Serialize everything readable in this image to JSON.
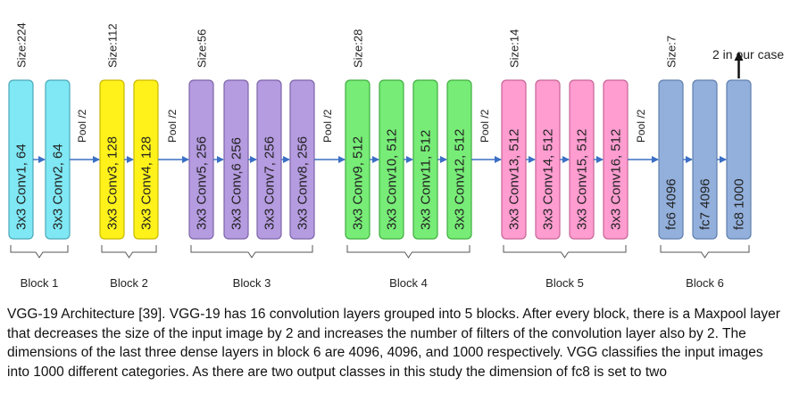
{
  "note": "2 in our case",
  "blocks": [
    {
      "label": "Block 1",
      "size": "Size:224",
      "color": "#7fe8f4",
      "border": "#4aa8b8",
      "layers": [
        "3x3 Conv1,  64",
        "3x3 Conv2,  64"
      ],
      "pool": "Pool /2"
    },
    {
      "label": "Block 2",
      "size": "Size:112",
      "color": "#fff21a",
      "border": "#c9b800",
      "layers": [
        "3x3 Conv3,  128",
        "3x3 Conv4,  128"
      ],
      "pool": "Pool /2"
    },
    {
      "label": "Block 3",
      "size": "Size:56",
      "color": "#b59be0",
      "border": "#7d64a8",
      "layers": [
        "3x3 Conv5,  256",
        "3x3 Conv,6  256",
        "3x3 Conv7,  256",
        "3x3 Conv8,  256"
      ],
      "pool": "Pool /2"
    },
    {
      "label": "Block 4",
      "size": "Size:28",
      "color": "#77ec77",
      "border": "#3fae3f",
      "layers": [
        "3x3 Conv9,  512",
        "3x3 Conv10,  512",
        "3x3 Conv11,  512",
        "3x3 Conv12,  512"
      ],
      "pool": "Pool /2"
    },
    {
      "label": "Block 5",
      "size": "Size:14",
      "color": "#ff9cd0",
      "border": "#c66596",
      "layers": [
        "3x3 Conv13,  512",
        "3x3 Conv14,  512",
        "3x3 Conv15,  512",
        "3x3 Conv16,  512"
      ],
      "pool": "Pool /2"
    },
    {
      "label": "Block 6",
      "size": "Size:7",
      "color": "#93b0dc",
      "border": "#5f7fae",
      "layers": [
        "fc6 4096",
        "fc7 4096",
        "fc8 1000"
      ],
      "pool": ""
    }
  ],
  "caption": "VGG-19 Architecture [39]. VGG-19 has 16 convolution layers grouped into 5 blocks. After every block, there is a Maxpool layer that decreases the size of the input image by 2 and increases the number of filters of the convolution layer also by 2. The dimensions of the last three dense layers in block 6 are 4096, 4096, and 1000 respectively. VGG classifies the input images into 1000 different categories. As there are two output classes in this study the dimension of fc8 is set to two"
}
